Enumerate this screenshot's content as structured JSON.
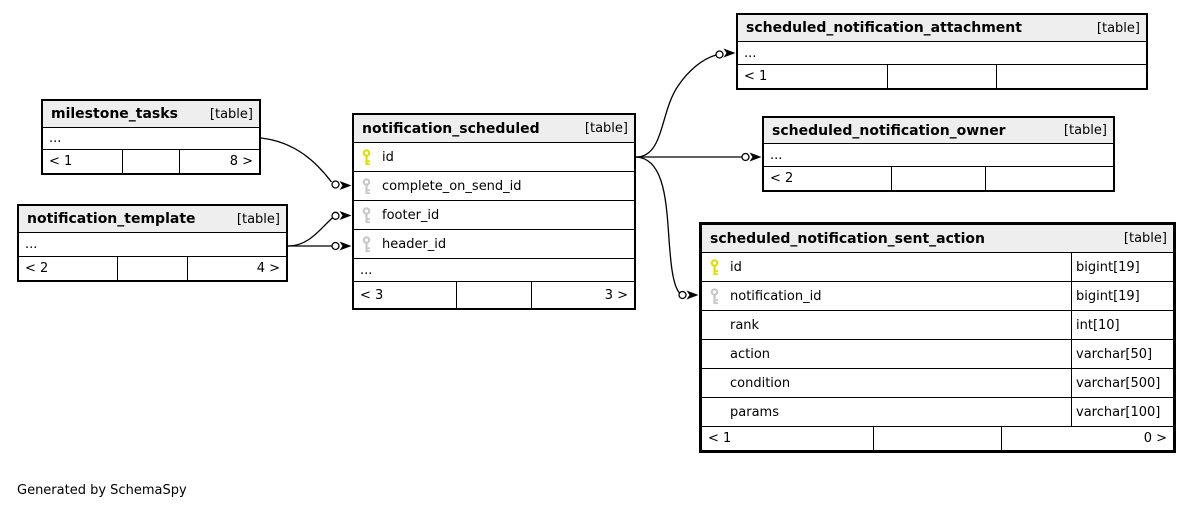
{
  "page": {
    "footer_note": "Generated by SchemaSpy"
  },
  "colors": {
    "table_header_bg": "#eeeeee",
    "table_border": "#000000",
    "primary_key_icon": "#dfdf00",
    "foreign_key_icon": "#c8c8c8"
  },
  "tables": [
    {
      "name": "milestone_tasks",
      "badge": "[table]",
      "rows": [
        {
          "label": "..."
        }
      ],
      "footer": {
        "left": "< 1",
        "center": "",
        "right": "8 >"
      }
    },
    {
      "name": "notification_template",
      "badge": "[table]",
      "rows": [
        {
          "label": "..."
        }
      ],
      "footer": {
        "left": "< 2",
        "center": "",
        "right": "4 >"
      }
    },
    {
      "name": "notification_scheduled",
      "badge": "[table]",
      "rows": [
        {
          "label": "id",
          "key": "primary"
        },
        {
          "label": "complete_on_send_id",
          "key": "foreign"
        },
        {
          "label": "footer_id",
          "key": "foreign"
        },
        {
          "label": "header_id",
          "key": "foreign"
        },
        {
          "label": "..."
        }
      ],
      "footer": {
        "left": "< 3",
        "center": "",
        "right": "3 >"
      }
    },
    {
      "name": "scheduled_notification_attachment",
      "badge": "[table]",
      "rows": [
        {
          "label": "..."
        }
      ],
      "footer": {
        "left": "< 1",
        "center": "",
        "right": ""
      }
    },
    {
      "name": "scheduled_notification_owner",
      "badge": "[table]",
      "rows": [
        {
          "label": "..."
        }
      ],
      "footer": {
        "left": "< 2",
        "center": "",
        "right": ""
      }
    },
    {
      "name": "scheduled_notification_sent_action",
      "badge": "[table]",
      "rows": [
        {
          "label": "id",
          "key": "primary",
          "type": "bigint[19]"
        },
        {
          "label": "notification_id",
          "key": "foreign",
          "type": "bigint[19]"
        },
        {
          "label": "rank",
          "type": "int[10]"
        },
        {
          "label": "action",
          "type": "varchar[50]"
        },
        {
          "label": "condition",
          "type": "varchar[500]"
        },
        {
          "label": "params",
          "type": "varchar[100]"
        }
      ],
      "footer": {
        "left": "< 1",
        "center": "",
        "right": "0 >"
      }
    }
  ],
  "relationships": [
    {
      "from": "milestone_tasks",
      "to": "notification_scheduled.complete_on_send_id"
    },
    {
      "from": "notification_template",
      "to": "notification_scheduled.footer_id"
    },
    {
      "from": "notification_template",
      "to": "notification_scheduled.header_id"
    },
    {
      "from": "notification_scheduled.id",
      "to": "scheduled_notification_attachment"
    },
    {
      "from": "notification_scheduled.id",
      "to": "scheduled_notification_owner"
    },
    {
      "from": "notification_scheduled.id",
      "to": "scheduled_notification_sent_action.notification_id"
    }
  ]
}
